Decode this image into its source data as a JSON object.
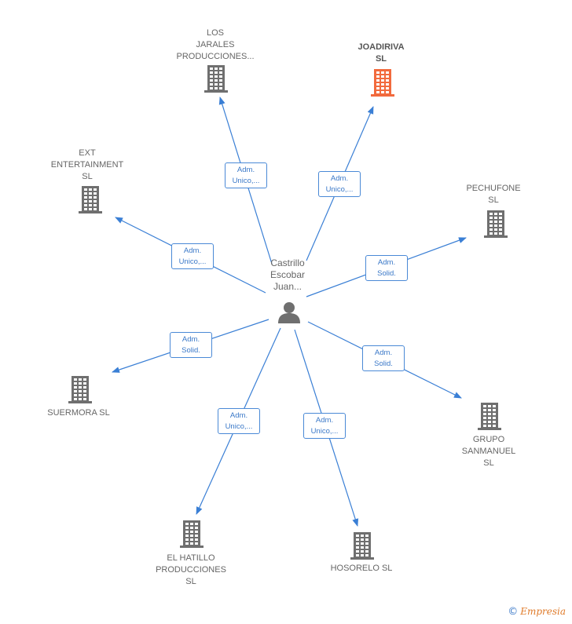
{
  "colors": {
    "edge": "#3a7fd5",
    "building": "#6f6f6f",
    "building_highlight": "#f26a3d",
    "person": "#6f6f6f"
  },
  "center": {
    "label": "Castrillo\nEscobar\nJuan...",
    "icon": "person-icon"
  },
  "companies": [
    {
      "id": "los-jarales",
      "label": "LOS\nJARALES\nPRODUCCIONES...",
      "highlight": false,
      "icon": "building-icon"
    },
    {
      "id": "joadiriva",
      "label": "JOADIRIVA\nSL",
      "highlight": true,
      "icon": "building-icon"
    },
    {
      "id": "ext-entertainment",
      "label": "EXT\nENTERTAINMENT\nSL",
      "highlight": false,
      "icon": "building-icon"
    },
    {
      "id": "pechufone",
      "label": "PECHUFONE\nSL",
      "highlight": false,
      "icon": "building-icon"
    },
    {
      "id": "suermora",
      "label": "SUERMORA  SL",
      "highlight": false,
      "icon": "building-icon"
    },
    {
      "id": "grupo-sanmanuel",
      "label": "GRUPO\nSANMANUEL\nSL",
      "highlight": false,
      "icon": "building-icon"
    },
    {
      "id": "el-hatillo",
      "label": "EL HATILLO\nPRODUCCIONES\nSL",
      "highlight": false,
      "icon": "building-icon"
    },
    {
      "id": "hosorelo",
      "label": "HOSORELO  SL",
      "highlight": false,
      "icon": "building-icon"
    }
  ],
  "edges": [
    {
      "target": "los-jarales",
      "label": "Adm.\nUnico,..."
    },
    {
      "target": "joadiriva",
      "label": "Adm.\nUnico,..."
    },
    {
      "target": "ext-entertainment",
      "label": "Adm.\nUnico,..."
    },
    {
      "target": "pechufone",
      "label": "Adm.\nSolid."
    },
    {
      "target": "suermora",
      "label": "Adm.\nSolid."
    },
    {
      "target": "grupo-sanmanuel",
      "label": "Adm.\nSolid."
    },
    {
      "target": "el-hatillo",
      "label": "Adm.\nUnico,..."
    },
    {
      "target": "hosorelo",
      "label": "Adm.\nUnico,..."
    }
  ],
  "footer": {
    "copyright_symbol": "©",
    "brand": "Empresia"
  }
}
